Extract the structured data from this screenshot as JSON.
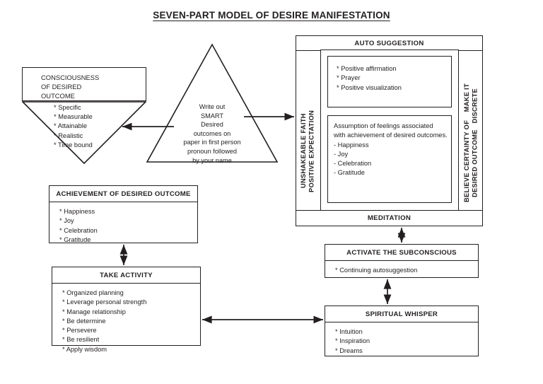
{
  "title": "SEVEN-PART MODEL OF DESIRE MANIFESTATION",
  "consciousness": {
    "heading_line1": "CONSCIOUSNESS",
    "heading_line2": "OF DESIRED",
    "heading_line3": "OUTCOME",
    "items": [
      "* Specific",
      "* Measurable",
      "* Attainable",
      "* Realistic",
      "* Time bound"
    ]
  },
  "write_triangle": {
    "lines": [
      "Write out",
      "SMART",
      "Desired",
      "outcomes on",
      "paper in first person",
      "pronoun followed",
      "by your name"
    ]
  },
  "auto_suggestion": {
    "title": "AUTO SUGGESTION",
    "footer": "MEDITATION",
    "left_label": "UNSHAKEABLE FAITH\nPOSITIVE EXPECTATION",
    "right_label": "BELIEVE CERTAINTY OF    MAKE IT\nDESIRED OUTCOME   DISCRETE",
    "affirmation_items": [
      "* Positive affirmation",
      "* Prayer",
      "* Positive visualization"
    ],
    "assumption_intro_line1": "Assumption of feelings associated",
    "assumption_intro_line2": "with achievement of desired outcomes.",
    "assumption_items": [
      "- Happiness",
      "- Joy",
      "- Celebration",
      "- Gratitude"
    ]
  },
  "achievement": {
    "title": "ACHIEVEMENT OF DESIRED OUTCOME",
    "items": [
      "* Happiness",
      "* Joy",
      "* Celebration",
      "* Gratitude"
    ]
  },
  "take_activity": {
    "title": "TAKE ACTIVITY",
    "items": [
      "* Organized planning",
      "* Leverage personal strength",
      "* Manage relationship",
      "* Be determine",
      "* Persevere",
      "* Be resilient",
      "* Apply wisdom"
    ]
  },
  "activate_subconscious": {
    "title": "ACTIVATE THE SUBCONSCIOUS",
    "items": [
      "* Continuing autosuggestion"
    ]
  },
  "spiritual_whisper": {
    "title": "SPIRITUAL WHISPER",
    "items": [
      "* Intuition",
      "* Inspiration",
      "* Dreams"
    ]
  },
  "colors": {
    "ink": "#231f20",
    "paper": "#ffffff"
  }
}
